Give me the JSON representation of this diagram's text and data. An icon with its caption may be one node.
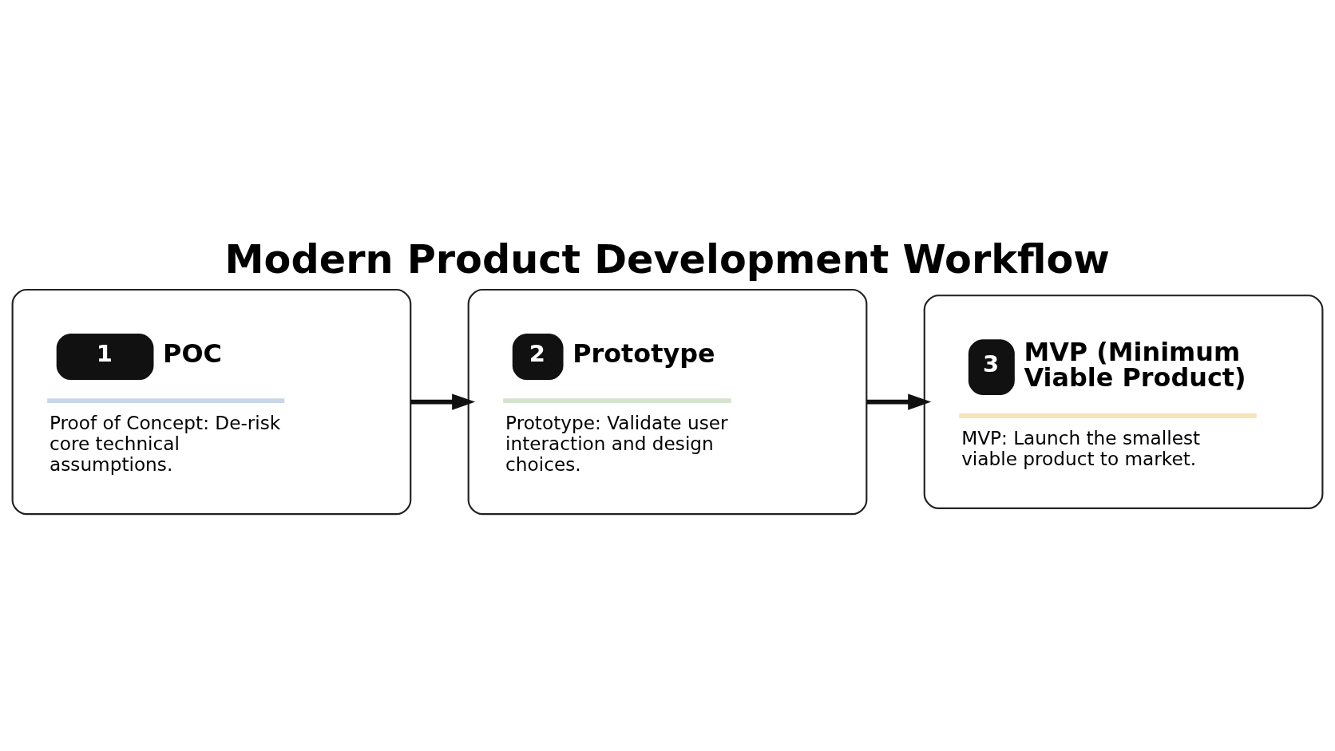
{
  "diagram": {
    "title": "Modern Product Development Workflow",
    "nodes": [
      {
        "text": [
          "1",
          "POC",
          "Proof of Concept: De-risk core technical assumptions."
        ]
      },
      {
        "text": [
          "2",
          "Prototype",
          "Prototype: Validate user interaction and design choices."
        ]
      },
      {
        "text": [
          "3",
          "MVP (Minimum Viable Product)",
          "MVP: Launch the smallest viable product to market."
        ]
      }
    ],
    "edges": [
      {
        "from": 0,
        "to": 1,
        "arrow": "to"
      },
      {
        "from": 1,
        "to": 2,
        "arrow": "to"
      }
    ]
  }
}
